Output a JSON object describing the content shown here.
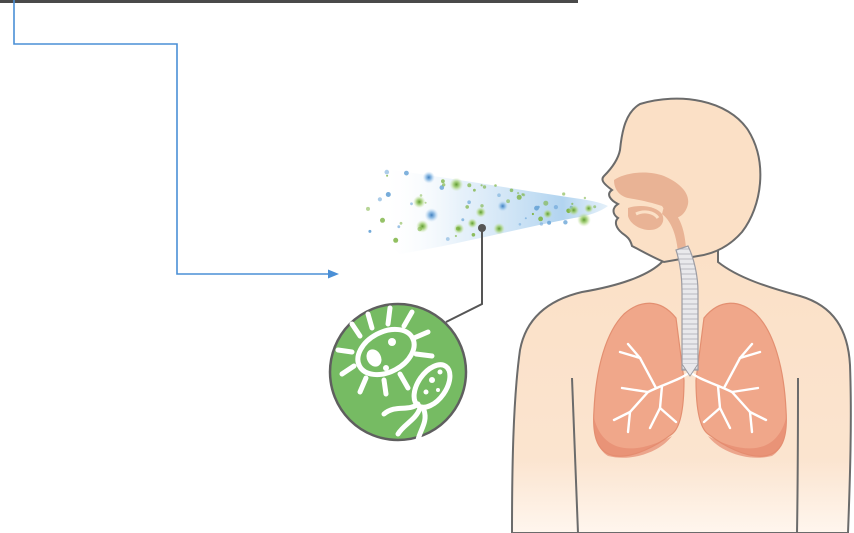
{
  "colors": {
    "background": "#ffffff",
    "connector_arrow": "#4a8fd6",
    "skin": "#fbe0c6",
    "outline": "#6b6b6b",
    "nasal_cavity": "#e9b395",
    "lungs": "#f0a78a",
    "bronchi": "#ffffff",
    "trachea": "#e7e7ea",
    "aerosol_spray": "#a9cfee",
    "droplet_green": "#7cb342",
    "droplet_blue": "#6ea7d8",
    "pathogen_badge": "#76bb63",
    "pointer_line": "#555555"
  },
  "icons": [
    "connector-arrow",
    "aerosol-cloud",
    "pathogen-badge",
    "human-respiratory-figure",
    "lungs",
    "trachea"
  ]
}
